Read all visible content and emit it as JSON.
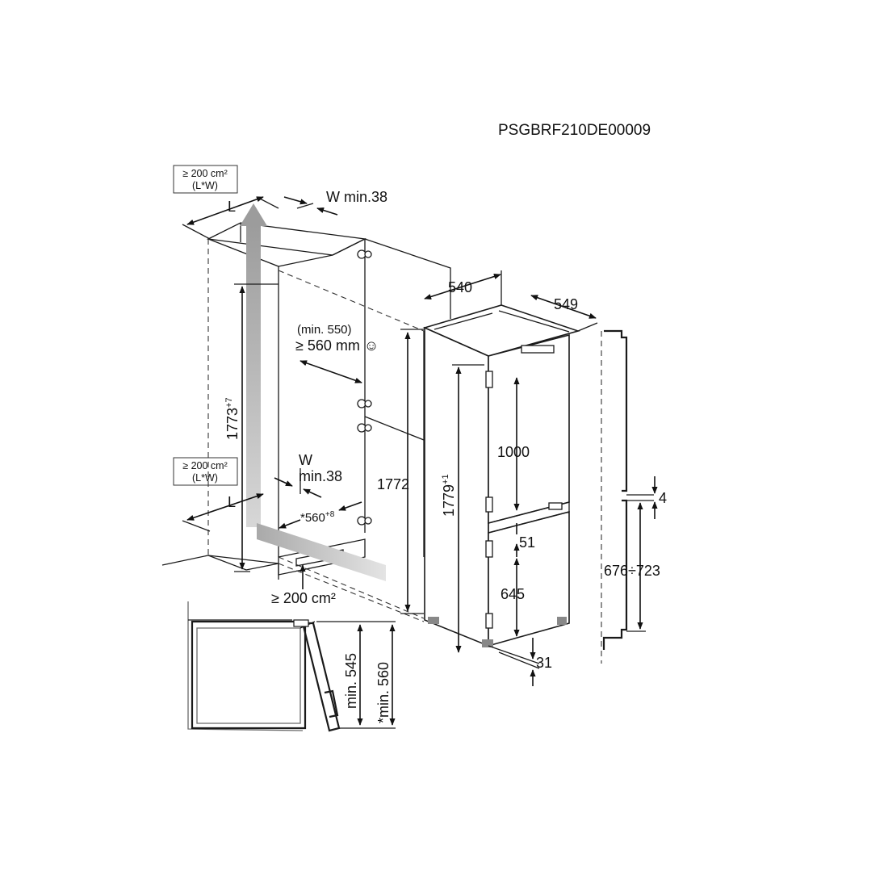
{
  "product_code": "PSGBRF210DE00009",
  "ventilation_box_top": {
    "line1": "≥ 200 cm²",
    "line2": "(L*W)"
  },
  "ventilation_box_bottom": {
    "line1": "≥ 200 cm²",
    "line2": "(L*W)"
  },
  "labels": {
    "l_top": "L",
    "w_top": "W min.38",
    "l_bottom": "L",
    "w_bottom_1": "W",
    "w_bottom_2": "min.38",
    "depth_min": "(min. 550)",
    "depth_rec": "≥ 560 mm ☺",
    "niche_height": "1773",
    "niche_height_tol": "+7",
    "niche_width": "*560",
    "niche_width_tol": "+8",
    "plinth_vent": "≥ 200 cm²",
    "cabinet_1772": "1772",
    "width_540": "540",
    "depth_549": "549",
    "height_1779": "1779",
    "height_1779_tol": "+1",
    "upper_door": "1000",
    "gap_51": "51",
    "lower_door": "645",
    "bottom_31": "31",
    "gap_4": "4",
    "panel_range": "676÷723",
    "side_min_545": "min. 545",
    "side_min_560": "*min. 560"
  }
}
